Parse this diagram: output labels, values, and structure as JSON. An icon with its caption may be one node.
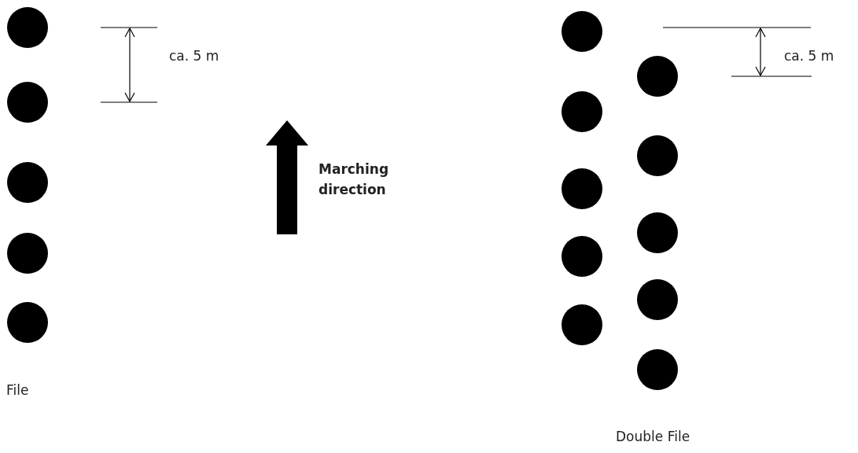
{
  "diagram": {
    "labels": [
      "ca. 5 m",
      "Marching direction",
      "ca. 5 m",
      "File",
      "Double File"
    ]
  }
}
